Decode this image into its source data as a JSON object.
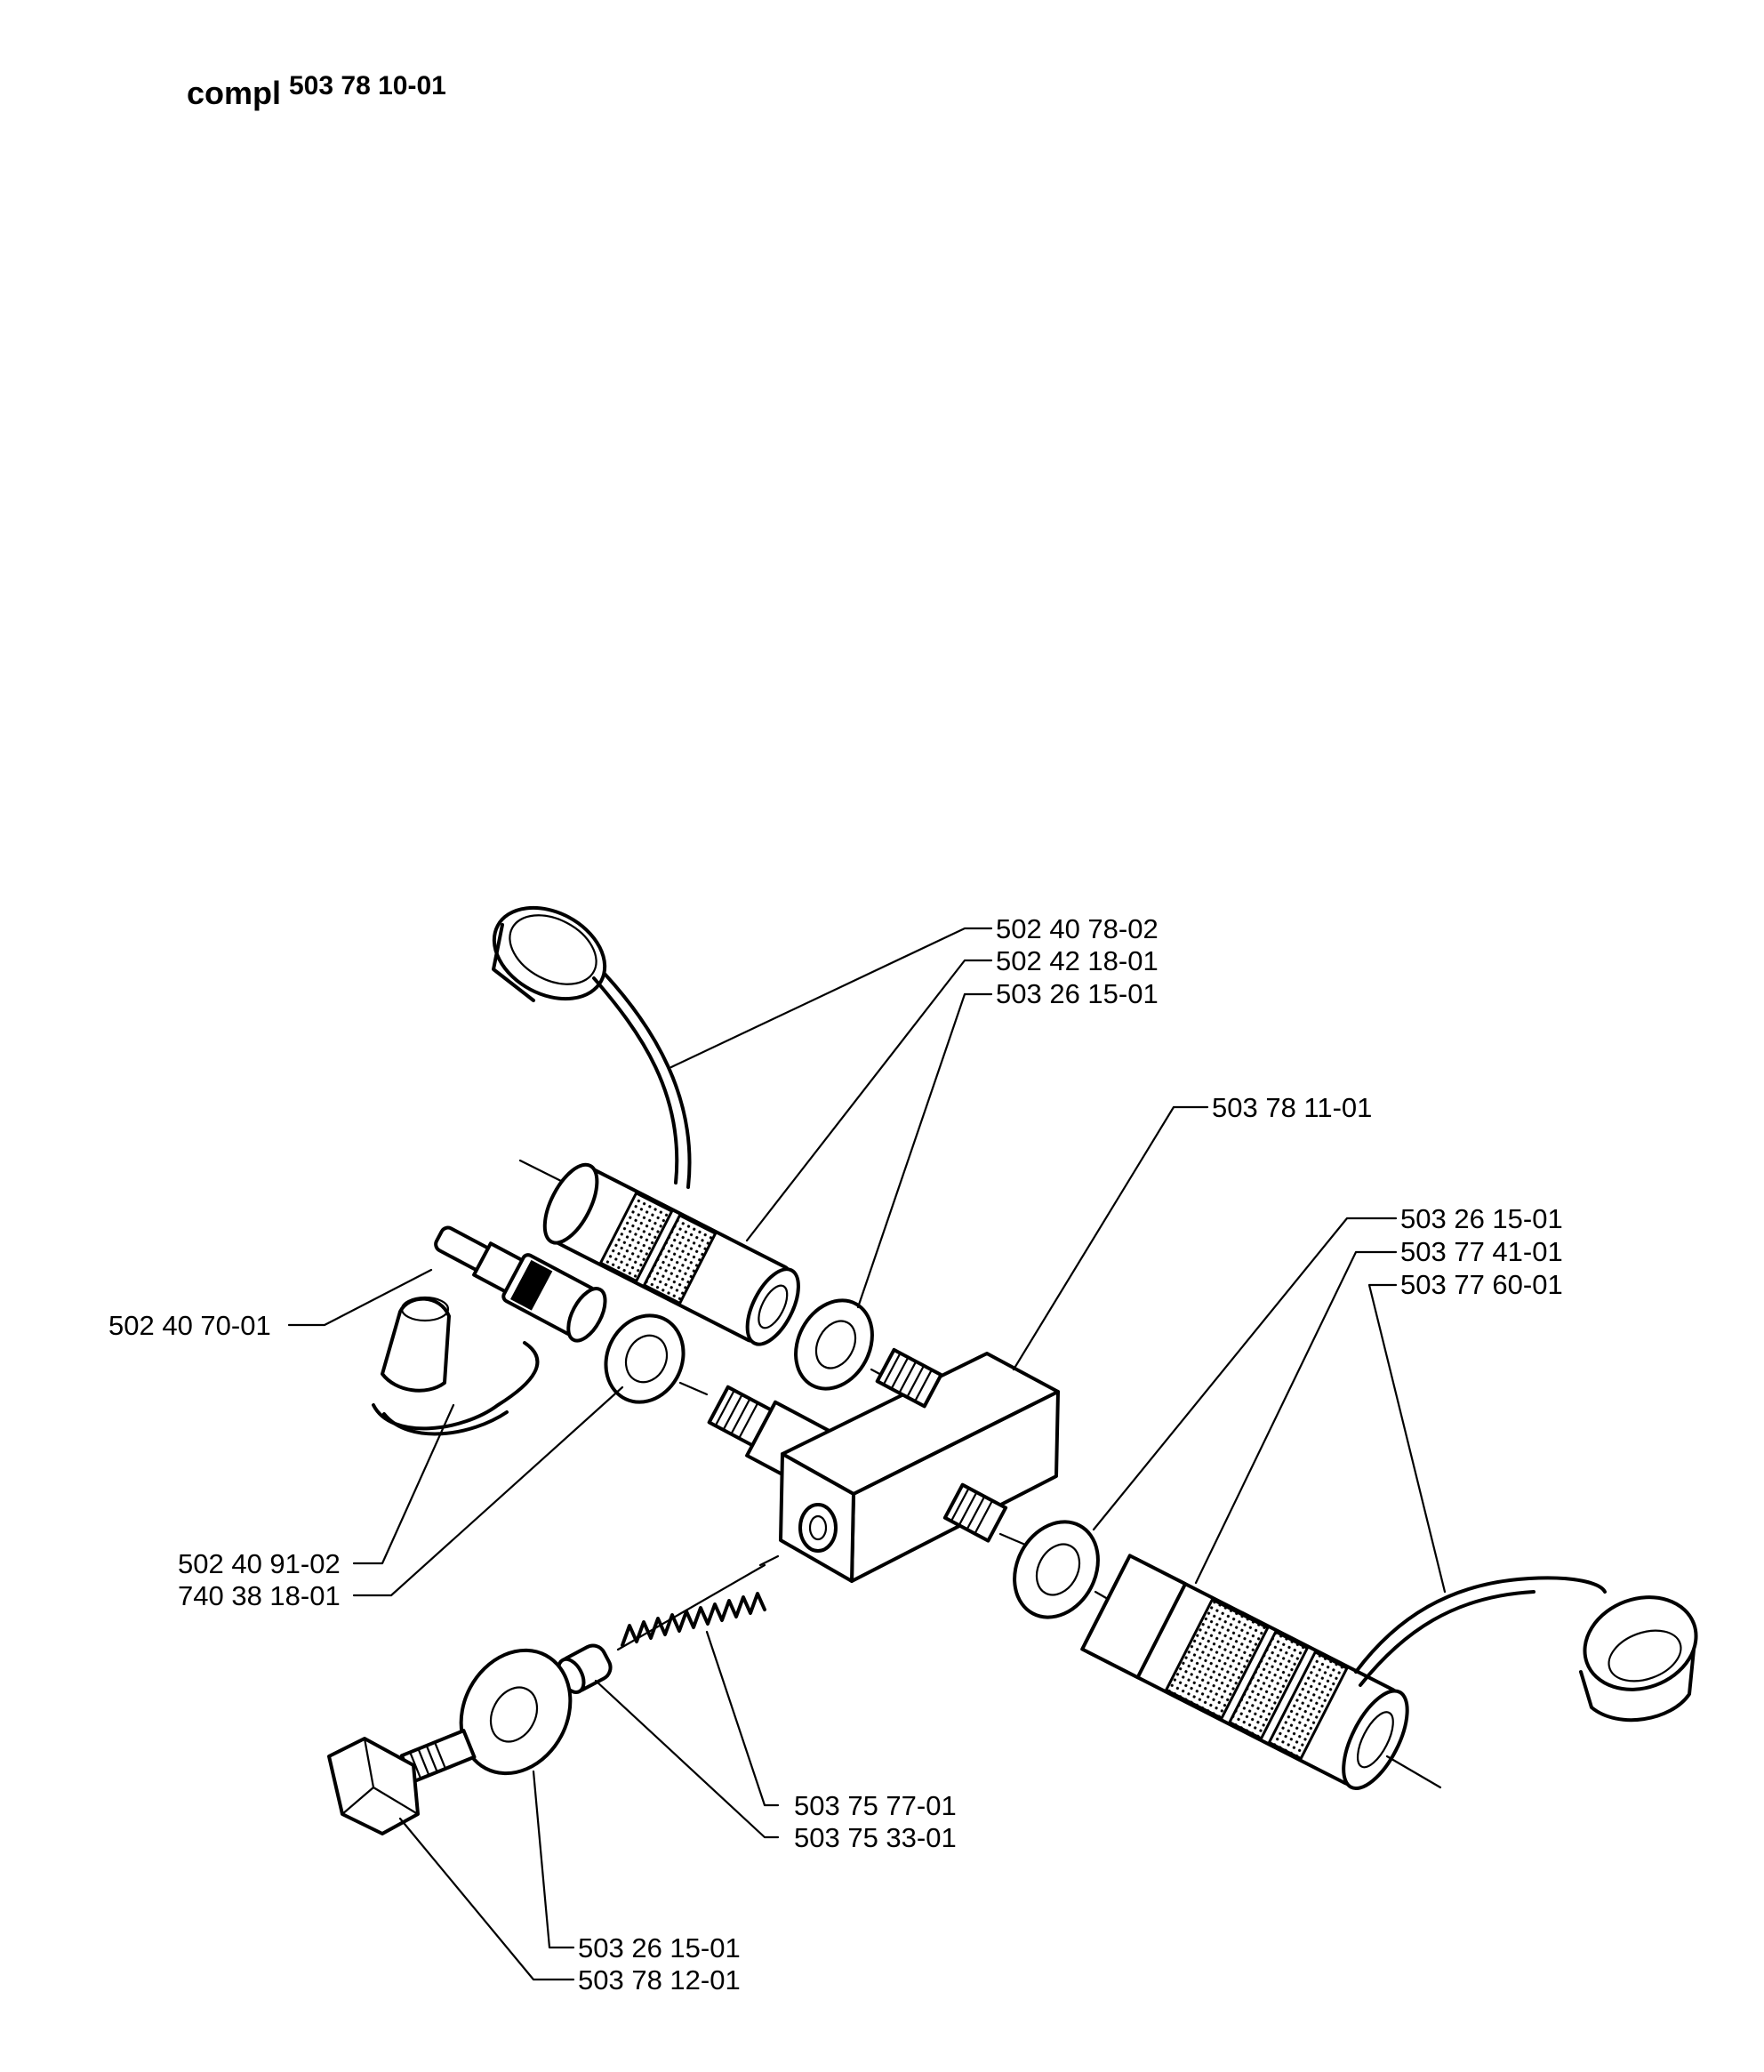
{
  "header": {
    "compl_word": "compl",
    "compl_number": "503 78 10-01"
  },
  "parts": {
    "coupling_cap_strap_top": "502 40 78-02",
    "coupling_top": "502 42 18-01",
    "washer_top": "503 26 15-01",
    "valve_block": "503 78 11-01",
    "washer_right": "503 26 15-01",
    "coupling_right": "503 77 41-01",
    "coupling_cap_strap_right": "503 77 60-01",
    "nipple": "502 40 70-01",
    "dust_cap": "502 40 91-02",
    "washer_left": "740 38 18-01",
    "spring": "503 75 77-01",
    "valve_ball": "503 75 33-01",
    "washer_bottom": "503 26 15-01",
    "plug_screw": "503 78 12-01"
  }
}
